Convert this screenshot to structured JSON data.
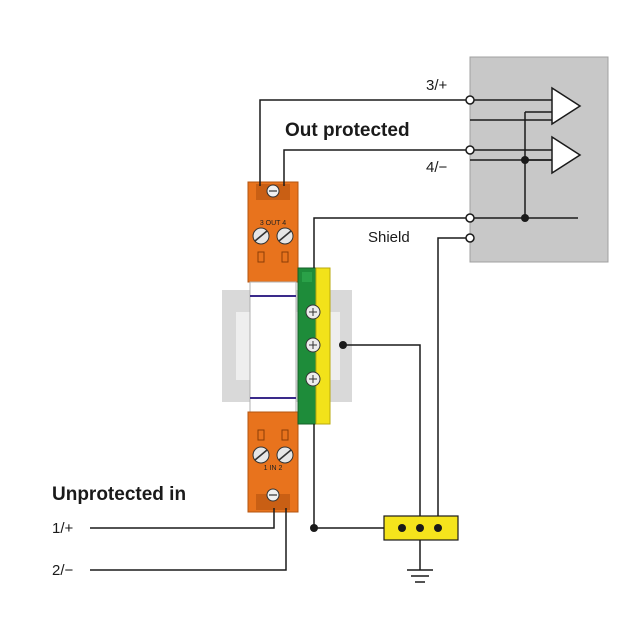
{
  "labels": {
    "terminal_3": "3/+",
    "terminal_4": "4/−",
    "out_protected": "Out protected",
    "shield": "Shield",
    "unprotected_in": "Unprotected in",
    "terminal_1": "1/+",
    "terminal_2": "2/−"
  },
  "module_text": {
    "top_label": "3 OUT 4",
    "bottom_label": "1 IN 2"
  },
  "colors": {
    "module_orange": "#e8731d",
    "module_dark_orange": "#c95f14",
    "ground_green": "#1e8c3a",
    "ground_yellow": "#f2e21a",
    "device_gray": "#c8c8c8",
    "rail_gray": "#d9d9d9",
    "terminal_block_yellow": "#f5e41c"
  },
  "icons": {
    "amplifier": "triangle-amplifier-icon",
    "ground": "earth-ground-icon",
    "screw": "screw-terminal-icon"
  }
}
